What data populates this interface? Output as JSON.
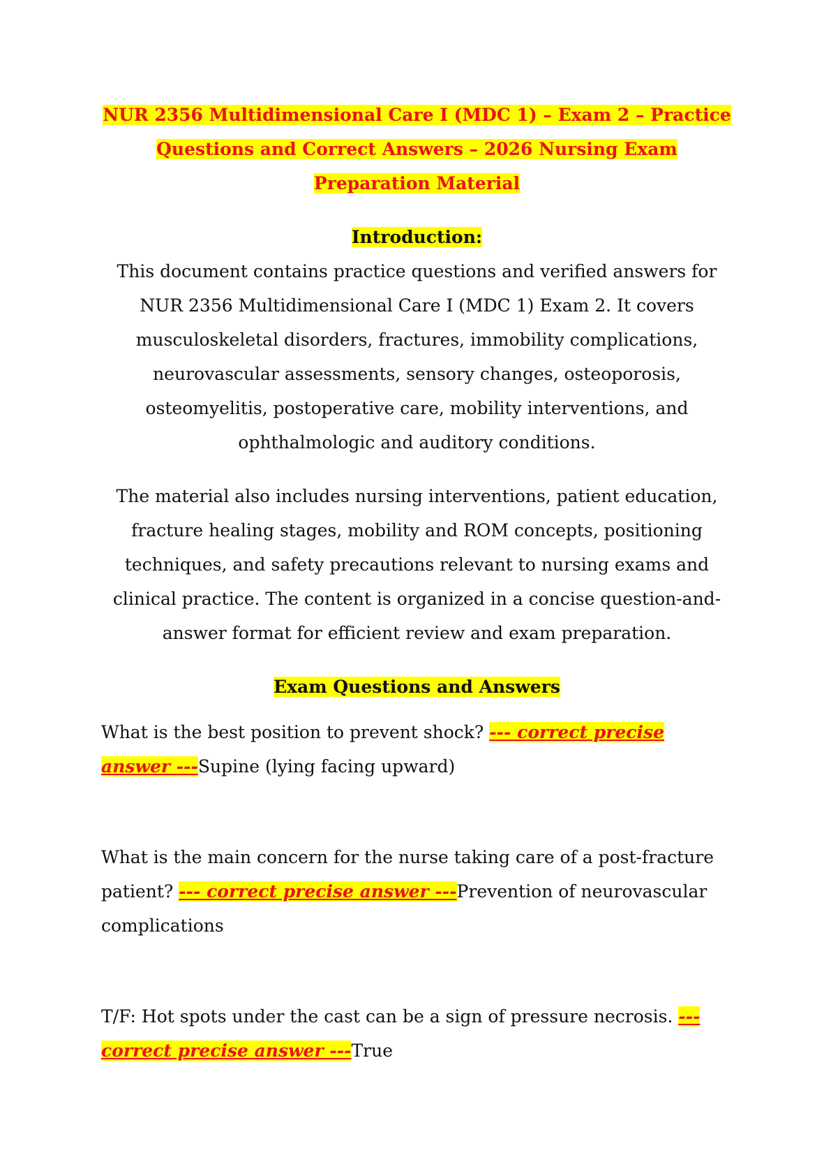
{
  "document": {
    "title": "NUR 2356 Multidimensional Care I (MDC 1) – Exam 2 – Practice Questions and Correct Answers – 2026 Nursing Exam Preparation Material",
    "introduction_heading": "Introduction:",
    "introduction_paragraphs": [
      "This document contains practice questions and verified answers for NUR 2356 Multidimensional Care I (MDC 1) Exam 2. It covers musculoskeletal disorders, fractures, immobility complications, neurovascular assessments, sensory changes, osteoporosis, osteomyelitis, postoperative care, mobility interventions, and ophthalmologic and auditory conditions.",
      "The material also includes nursing interventions, patient education, fracture healing stages, mobility and ROM concepts, positioning techniques, and safety precautions relevant to nursing exams and clinical practice. The content is organized in a concise question-and-answer format for efficient review and exam preparation."
    ],
    "qa_heading": "Exam Questions and Answers",
    "answer_marker": "--- correct precise answer ---",
    "questions": [
      {
        "question": "What is the best position to prevent shock?",
        "answer": "Supine (lying facing upward)"
      },
      {
        "question": "What is the main concern for the nurse taking care of a post-fracture patient?",
        "answer": "Prevention of neurovascular complications"
      },
      {
        "question": "T/F: Hot spots under the cast can be a sign of pressure necrosis.",
        "answer": "True"
      }
    ]
  },
  "colors": {
    "highlight": "#ffff00",
    "title_red": "#e8141b",
    "text": "#111111"
  }
}
